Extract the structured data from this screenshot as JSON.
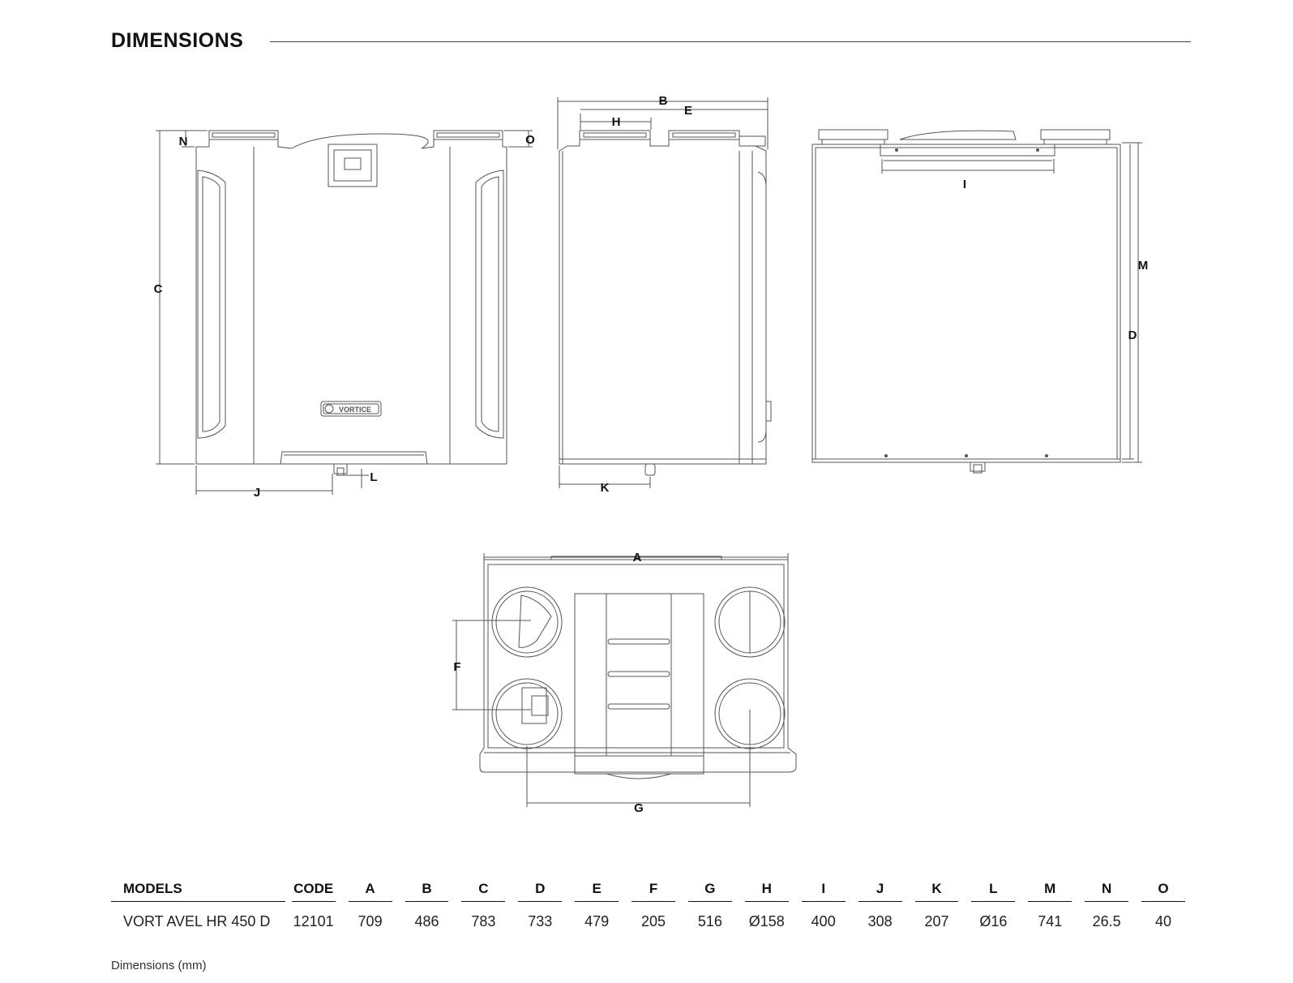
{
  "header": {
    "title": "DIMENSIONS"
  },
  "drawing_labels": {
    "A": "A",
    "B": "B",
    "C": "C",
    "D": "D",
    "E": "E",
    "F": "F",
    "G": "G",
    "H": "H",
    "I": "I",
    "J": "J",
    "K": "K",
    "L": "L",
    "M": "M",
    "N": "N",
    "O": "O"
  },
  "brand_plate": "VORTICE",
  "table": {
    "columns": [
      "MODELS",
      "CODE",
      "A",
      "B",
      "C",
      "D",
      "E",
      "F",
      "G",
      "H",
      "I",
      "J",
      "K",
      "L",
      "M",
      "N",
      "O"
    ],
    "rows": [
      [
        "VORT AVEL HR 450 D",
        "12101",
        "709",
        "486",
        "783",
        "733",
        "479",
        "205",
        "516",
        "Ø158",
        "400",
        "308",
        "207",
        "Ø16",
        "741",
        "26.5",
        "40"
      ]
    ]
  },
  "footer_note": "Dimensions (mm)"
}
